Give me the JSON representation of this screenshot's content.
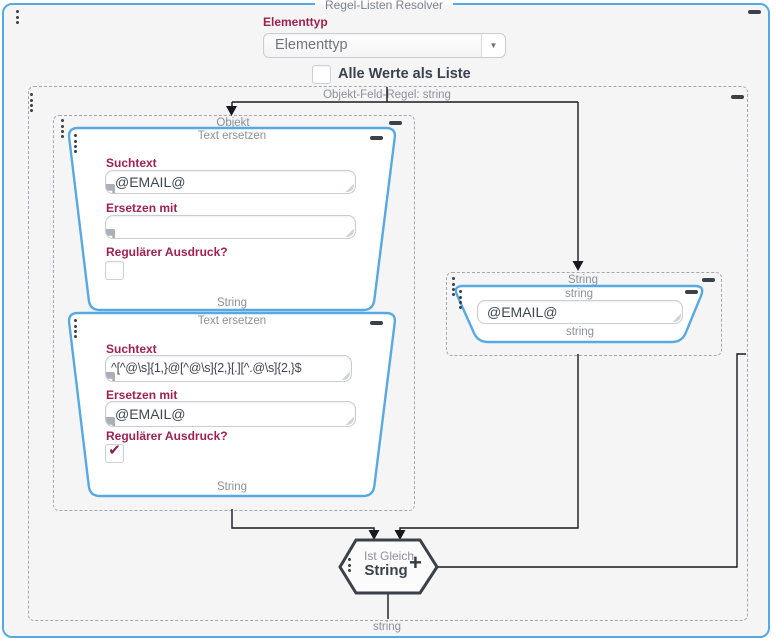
{
  "root": {
    "title": "Regel-Listen Resolver"
  },
  "elementtyp": {
    "label": "Elementtyp",
    "value": "Elementtyp"
  },
  "list_option": {
    "label": "Alle Werte als Liste",
    "checked": false
  },
  "rule": {
    "title": "Objekt-Feld-Regel: string",
    "output_label": "string"
  },
  "objekt": {
    "title": "Objekt"
  },
  "replace1": {
    "title": "Text ersetzen",
    "such_label": "Suchtext",
    "such_value": "@EMAIL@",
    "ersetzen_label": "Ersetzen mit",
    "ersetzen_value": "",
    "regex_label": "Regulärer Ausdruck?",
    "regex_checked": false,
    "output_label": "String"
  },
  "replace2": {
    "title": "Text ersetzen",
    "such_label": "Suchtext",
    "such_value": "^[^@\\s]{1,}@[^@\\s]{2,}[.][^.@\\s]{2,}$",
    "ersetzen_label": "Ersetzen mit",
    "ersetzen_value": "@EMAIL@",
    "regex_label": "Regulärer Ausdruck?",
    "regex_checked": true,
    "output_label": "String"
  },
  "string_group": {
    "title": "String",
    "node_title": "string",
    "value": "@EMAIL@",
    "output_label": "string"
  },
  "ist_gleich": {
    "subtitle": "Ist Gleich",
    "title": "String"
  },
  "icons": {
    "caret": "▼",
    "check": "✔",
    "plus": "+"
  },
  "colors": {
    "accent_blue": "#57a9e2",
    "label_maroon": "#9e2150",
    "dark_slate": "#3a4149",
    "title_gray": "#8b9199",
    "wire": "#16191d"
  }
}
